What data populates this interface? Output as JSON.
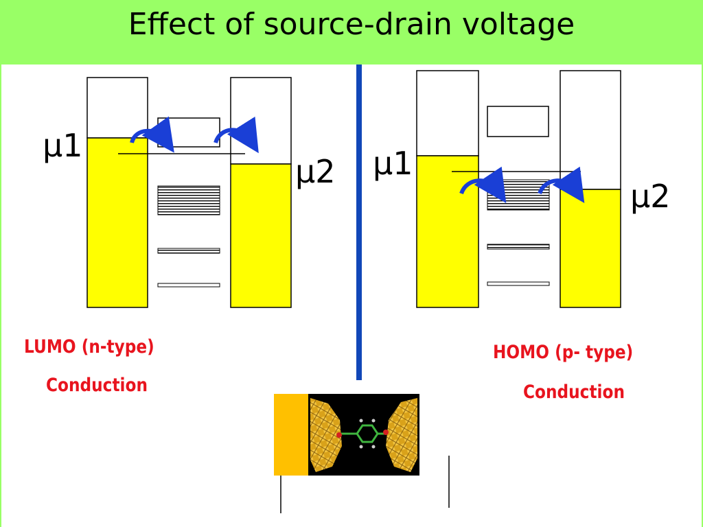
{
  "title": "Effect of source-drain voltage",
  "left_panel": {
    "mu_left": "μ1",
    "mu_right": "μ2",
    "caption_line1": "LUMO (n-type)",
    "caption_line2": "Conduction"
  },
  "right_panel": {
    "mu_left": "μ1",
    "mu_right": "μ2",
    "caption_line1": "HOMO (p- type)",
    "caption_line2": "Conduction"
  },
  "colors": {
    "header": "#99ff66",
    "electrode_fill": "#ffff00",
    "arrow": "#1a3fd6",
    "divider": "#1147b8",
    "caption": "#e8141e",
    "gold": "#ffc000"
  }
}
